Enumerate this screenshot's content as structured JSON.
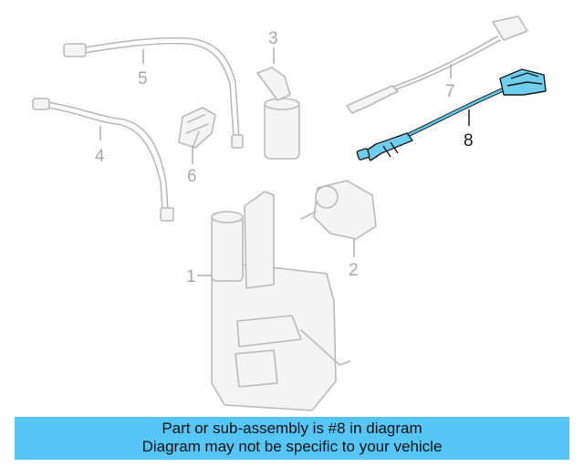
{
  "callouts": {
    "c1": "1",
    "c2": "2",
    "c3": "3",
    "c4": "4",
    "c5": "5",
    "c6": "6",
    "c7": "7",
    "c8": "8"
  },
  "highlight_part": "8",
  "colors": {
    "highlight": "#5fc8ec",
    "banner": "#55c6f5",
    "ghost_line": "#b9b9b9"
  },
  "banner": {
    "line1": "Part or sub-assembly is #8 in diagram",
    "line2": "Diagram may not be specific to your vehicle"
  }
}
